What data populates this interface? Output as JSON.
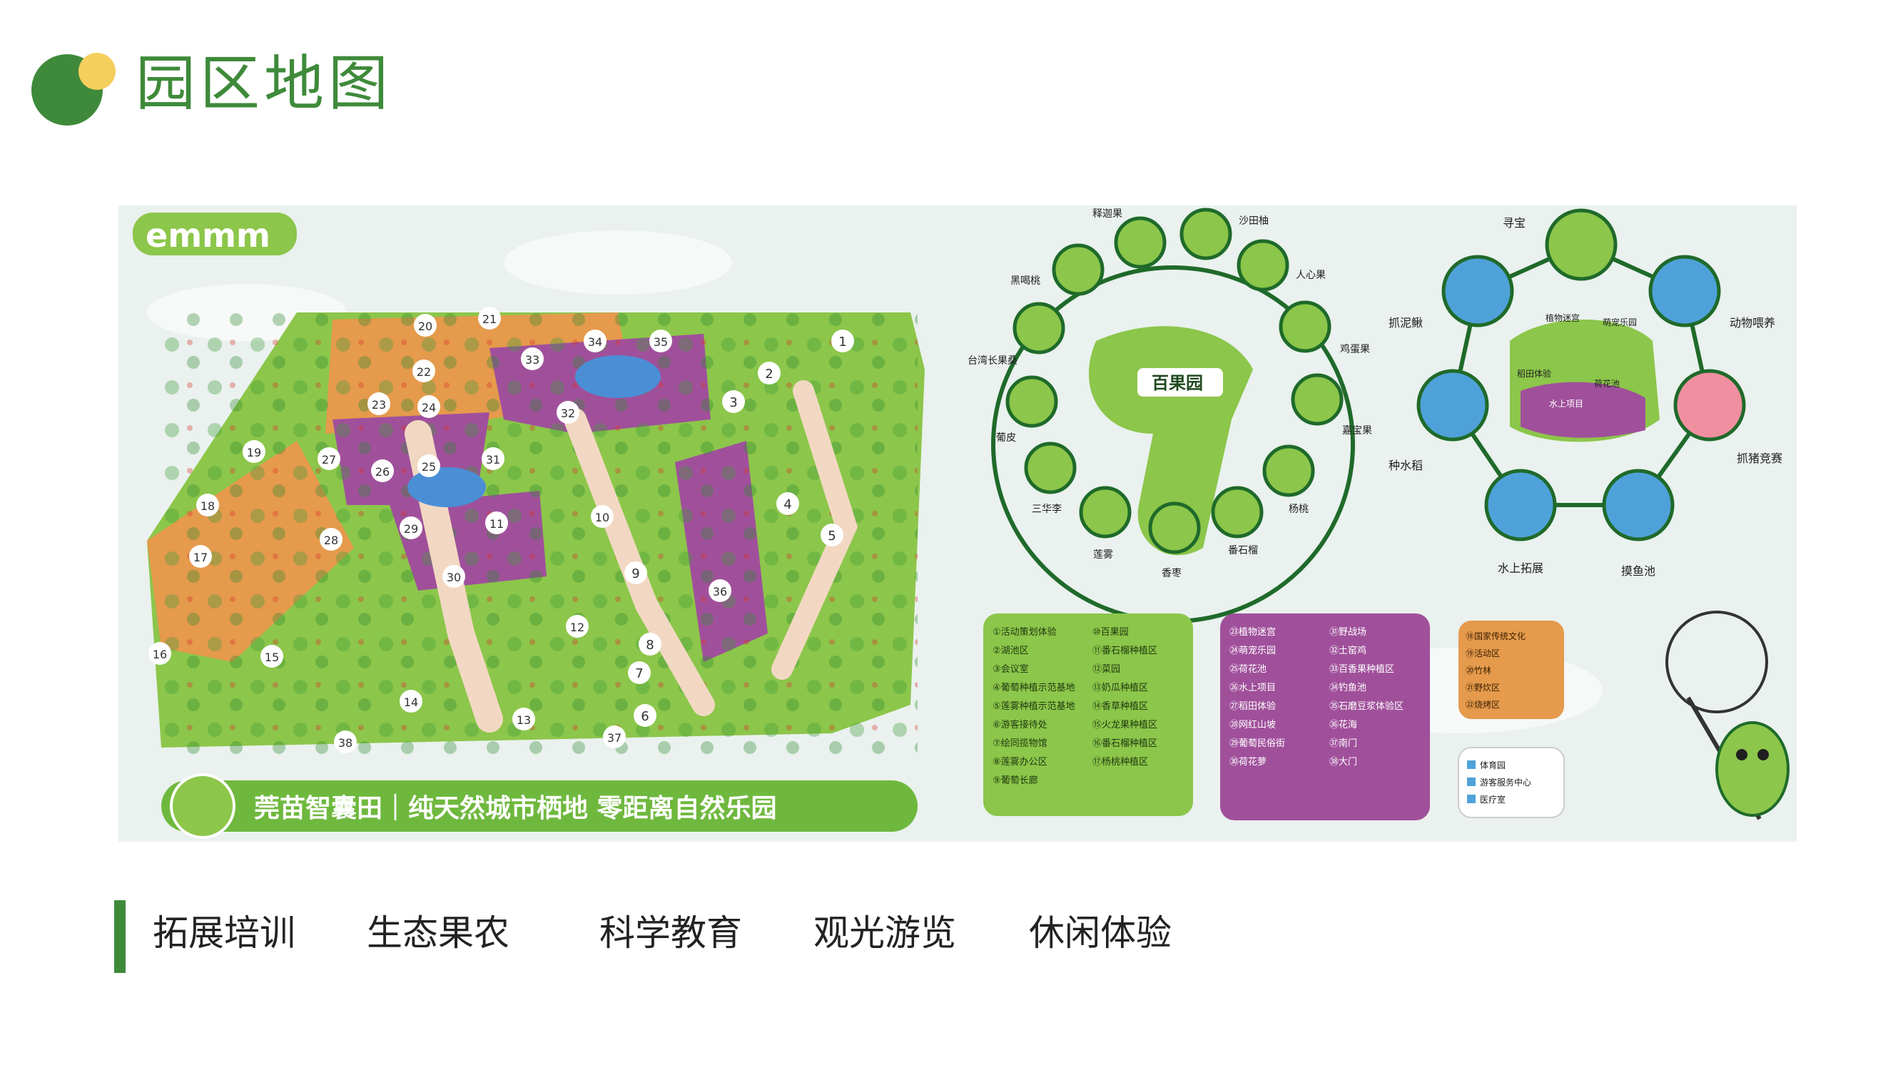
{
  "header": {
    "title": "园区地图"
  },
  "map": {
    "logo_text": "emmm",
    "banner_text": "莞苗智囊田｜纯天然城市栖地 零距离自然乐园",
    "park_points": [
      "1",
      "2",
      "3",
      "4",
      "5",
      "6",
      "7",
      "8",
      "9",
      "10",
      "11",
      "12",
      "13",
      "14",
      "15",
      "16",
      "17",
      "18",
      "19",
      "20",
      "21",
      "22",
      "23",
      "24",
      "25",
      "26",
      "27",
      "28",
      "29",
      "30",
      "31",
      "32",
      "33",
      "34",
      "35",
      "36",
      "37",
      "38"
    ],
    "orchard": {
      "center_label": "百果园",
      "fruits": [
        "释迦果",
        "沙田柚",
        "人心果",
        "鸡蛋果",
        "嘉宝果",
        "杨桃",
        "番石榴",
        "香枣",
        "莲雾",
        "三华李",
        "葡皮",
        "台湾长果桑",
        "黑喝桃"
      ]
    },
    "fun_area": {
      "items": [
        "寻宝",
        "动物喂养",
        "抓猪竞赛",
        "摸鱼池",
        "水上拓展",
        "种水稻",
        "抓泥鳅"
      ],
      "inner_labels": [
        "植物迷宫",
        "萌宠乐园",
        "稻田体验",
        "荷花池",
        "水上项目"
      ]
    },
    "legend_green": [
      "①活动策划体验",
      "②湖池区",
      "③会议室",
      "④葡萄种植示范基地",
      "⑤莲雾种植示范基地",
      "⑥游客接待处",
      "⑦绘同揽物馆",
      "⑧莲雾办公区",
      "⑨葡萄长廊",
      "⑩百果园",
      "⑪番石榴种植区",
      "⑫菜园",
      "⑬奶瓜种植区",
      "⑭香草种植区",
      "⑮火龙果种植区",
      "⑯番石榴种植区",
      "⑰杨桃种植区"
    ],
    "legend_purple": [
      "㉓植物迷宫",
      "㉔萌宠乐园",
      "㉕荷花池",
      "㉖水上项目",
      "㉗稻田体验",
      "㉘网红山坡",
      "㉙葡萄民俗街",
      "㉚荷花萝",
      "㉛野战场",
      "㉜土窑鸡",
      "㉝百香果种植区",
      "㉞钓鱼池",
      "㉟石磨豆浆体验区",
      "㊱花海",
      "㊲南门",
      "㊳大门"
    ],
    "legend_orange": [
      "⑱国家传统文化",
      "⑲活动区",
      "⑳竹林",
      "㉑野炊区",
      "㉒烧烤区"
    ],
    "legend_white": [
      "体育园",
      "游客服务中心",
      "医疗室"
    ]
  },
  "nav": {
    "items": [
      "拓展培训",
      "生态果农",
      "科学教育",
      "观光游览",
      "休闲体验"
    ]
  },
  "colors": {
    "brand_green": "#3f8a3a",
    "accent_yellow": "#f5cf5d",
    "map_green": "#8cc64a",
    "map_purple": "#a0509b",
    "map_orange": "#e59a4c"
  }
}
